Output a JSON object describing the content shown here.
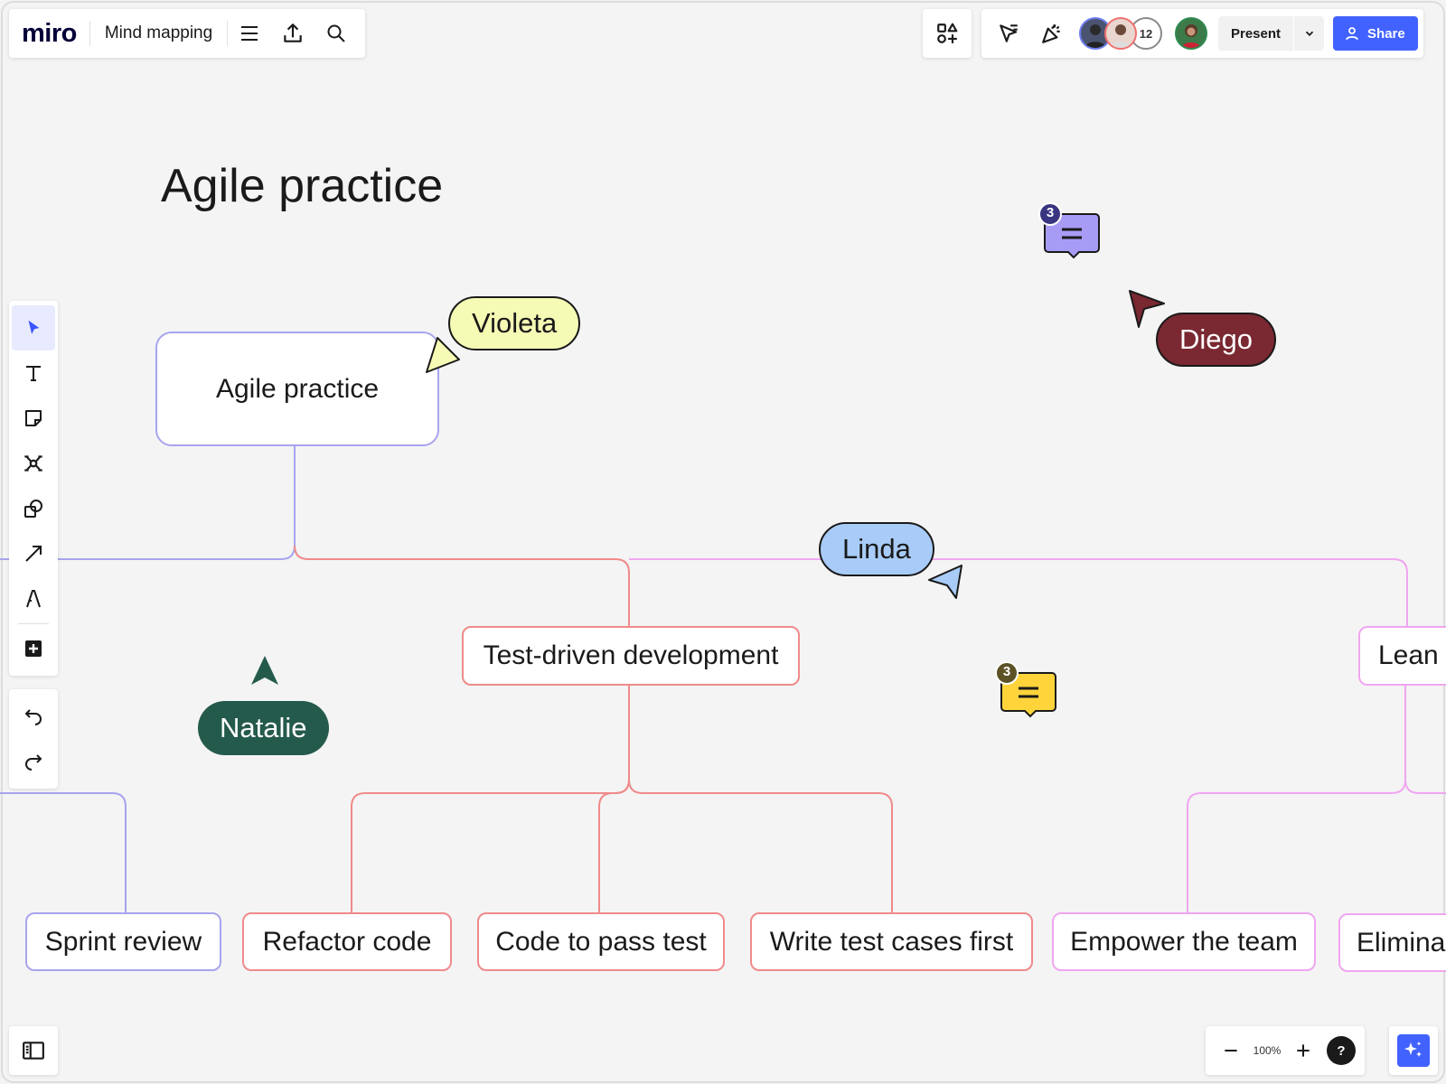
{
  "app": {
    "logo": "miro",
    "board_name": "Mind mapping"
  },
  "header": {
    "icons": [
      "menu-icon",
      "upload-icon",
      "search-icon"
    ],
    "collaborator_count": "12",
    "present_label": "Present",
    "share_label": "Share",
    "colors": {
      "share": "#4262ff"
    }
  },
  "toolbar": {
    "tools": [
      "select-cursor-icon",
      "text-icon",
      "sticky-note-icon",
      "mind-map-icon",
      "shapes-icon",
      "arrow-connector-icon",
      "pen-icon",
      "more-tools-icon"
    ],
    "history": [
      "undo-icon",
      "redo-icon"
    ]
  },
  "footer": {
    "zoom_level": "100%",
    "help_label": "?"
  },
  "canvas": {
    "title": "Agile practice",
    "root_node": "Agile practice",
    "nodes": {
      "sprint_review": "Sprint review",
      "tdd": "Test-driven development",
      "refactor": "Refactor code",
      "code_pass": "Code to pass test",
      "write_tests": "Write test cases first",
      "lean": "Lean",
      "empower": "Empower the team",
      "eliminate": "Elimina"
    },
    "branch_colors": {
      "purple": "#a8a4ee",
      "red": "#f08a8a",
      "pink": "#f0a6f0"
    },
    "cursors": [
      {
        "name": "Violeta",
        "color": "#f5fbb4"
      },
      {
        "name": "Diego",
        "color": "#7a2832"
      },
      {
        "name": "Linda",
        "color": "#a8ccf7"
      },
      {
        "name": "Natalie",
        "color": "#245a4c"
      }
    ],
    "comments": [
      {
        "count": "3",
        "color": "#a79cf5"
      },
      {
        "count": "3",
        "color": "#ffd43b"
      }
    ]
  }
}
